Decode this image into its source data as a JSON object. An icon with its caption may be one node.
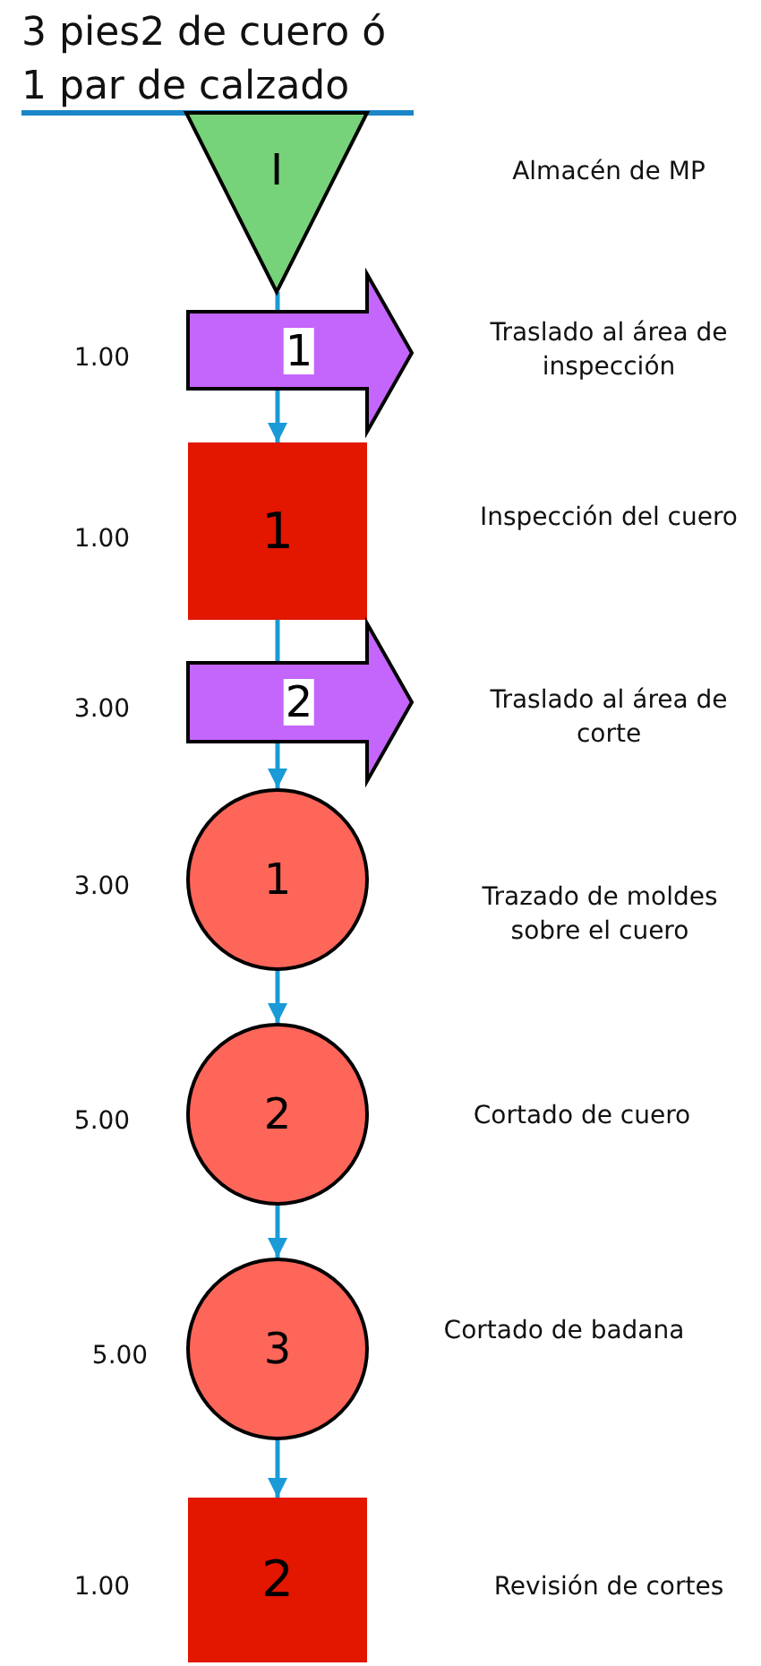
{
  "diagram": {
    "title": "3 pies2 de cuero ó 1 par de calzado",
    "nodes": [
      {
        "text": [
          "I"
        ]
      },
      {
        "text": [
          "1"
        ],
        "beside": [
          "1.00"
        ]
      },
      {
        "text": [
          "1"
        ],
        "beside": [
          "1.00"
        ]
      },
      {
        "text": [
          "2"
        ],
        "beside": [
          "3.00"
        ]
      },
      {
        "text": [
          "1"
        ],
        "beside": [
          "3.00"
        ]
      },
      {
        "text": [
          "2"
        ],
        "beside": [
          "5.00"
        ]
      },
      {
        "text": [
          "3"
        ],
        "beside": [
          "5.00"
        ]
      },
      {
        "text": [
          "2"
        ],
        "beside": [
          "1.00"
        ]
      }
    ],
    "edges": [
      {
        "from": 0,
        "to": 1,
        "arrow": "none"
      },
      {
        "from": 1,
        "to": 2,
        "arrow": "to"
      },
      {
        "from": 2,
        "to": 3,
        "arrow": "none"
      },
      {
        "from": 3,
        "to": 4,
        "arrow": "to"
      },
      {
        "from": 4,
        "to": 5,
        "arrow": "to"
      },
      {
        "from": 5,
        "to": 6,
        "arrow": "to"
      },
      {
        "from": 6,
        "to": 7,
        "arrow": "to"
      }
    ],
    "labels": [
      "Almacén de MP",
      "Traslado al área de inspección",
      "Inspección del cuero",
      "Traslado al área de corte",
      "Trazado de moldes sobre el cuero",
      "Cortado de cuero",
      "Cortado de badana",
      "Revisión de cortes"
    ]
  }
}
